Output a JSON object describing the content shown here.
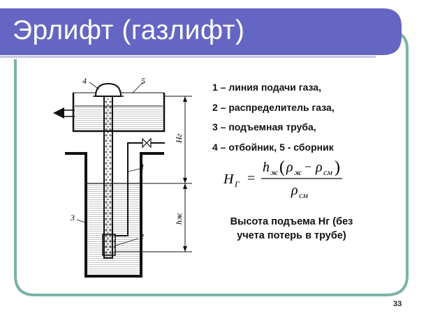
{
  "title": "Эрлифт (газлифт)",
  "legend": [
    "1 – линия подачи газа,",
    "2 – распределитель газа,",
    "3 – подъемная труба,",
    "4 – отбойник, 5 - сборник"
  ],
  "formula": {
    "lhs": "H",
    "lhs_sub": "Г",
    "num_h": "h",
    "num_h_sub": "ж",
    "rho": "ρ",
    "sub_zh": "ж",
    "sub_sm": "см",
    "minus": "−",
    "equals": "=",
    "lparen": "(",
    "rparen": ")"
  },
  "caption_line1": "Высота подъема Нг (без",
  "caption_line2": "учета потерь в трубе)",
  "diagram_labels": {
    "l1": "1",
    "l2": "2",
    "l3": "3",
    "l4": "4",
    "l5": "5",
    "hg": "Hг",
    "hzh": "hж"
  },
  "page_number": "33",
  "colors": {
    "header": "#6565c4",
    "frame": "#7ab4a6",
    "ink": "#111111"
  }
}
